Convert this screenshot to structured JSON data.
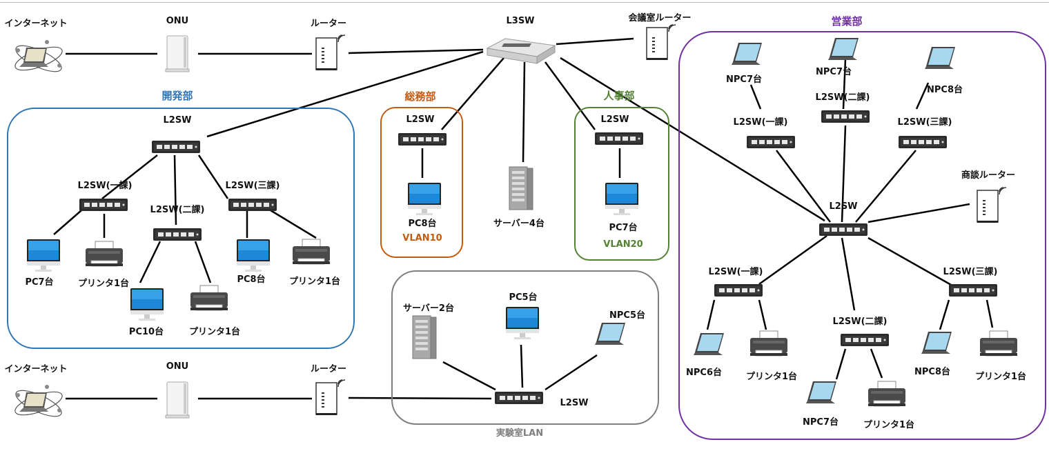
{
  "colors": {
    "kaihatsu": "#2e75b6",
    "soumu": "#c55a11",
    "jinji": "#548235",
    "eigyo": "#7030a0",
    "lab": "#7f7f7f"
  },
  "top": {
    "internet": "インターネット",
    "onu": "ONU",
    "router": "ルーター",
    "l3sw": "L3SW",
    "meeting_router": "会議室ルーター"
  },
  "kaihatsu": {
    "title": "開発部",
    "l2sw": "L2SW",
    "sw1": "L2SW(一課)",
    "sw2": "L2SW(二課)",
    "sw3": "L2SW(三課)",
    "pc7": "PC7台",
    "printer1": "プリンタ1台",
    "pc10": "PC10台",
    "printer2": "プリンタ1台",
    "pc8": "PC8台",
    "printer3": "プリンタ1台"
  },
  "soumu": {
    "title": "総務部",
    "l2sw": "L2SW",
    "pc": "PC8台",
    "vlan": "VLAN10"
  },
  "server4": "サーバー4台",
  "jinji": {
    "title": "人事部",
    "l2sw": "L2SW",
    "pc": "PC7台",
    "vlan": "VLAN20"
  },
  "eigyo": {
    "title": "営業部",
    "npc7a": "NPC7台",
    "npc7b": "NPC7台",
    "npc8a": "NPC8台",
    "sw1_top": "L2SW(一課)",
    "sw2_top": "L2SW(二課)",
    "sw3_top": "L2SW(三課)",
    "shodan_router": "商談ルーター",
    "l2sw": "L2SW",
    "sw1": "L2SW(一課)",
    "sw2": "L2SW(二課)",
    "sw3": "L2SW(三課)",
    "npc6": "NPC6台",
    "printer1": "プリンタ1台",
    "npc7c": "NPC7台",
    "printer2": "プリンタ1台",
    "npc8b": "NPC8台",
    "printer3": "プリンタ1台"
  },
  "lab": {
    "title": "実験室LAN",
    "server": "サーバー2台",
    "pc": "PC5台",
    "npc": "NPC5台",
    "l2sw": "L2SW",
    "internet": "インターネット",
    "onu": "ONU",
    "router": "ルーター"
  }
}
